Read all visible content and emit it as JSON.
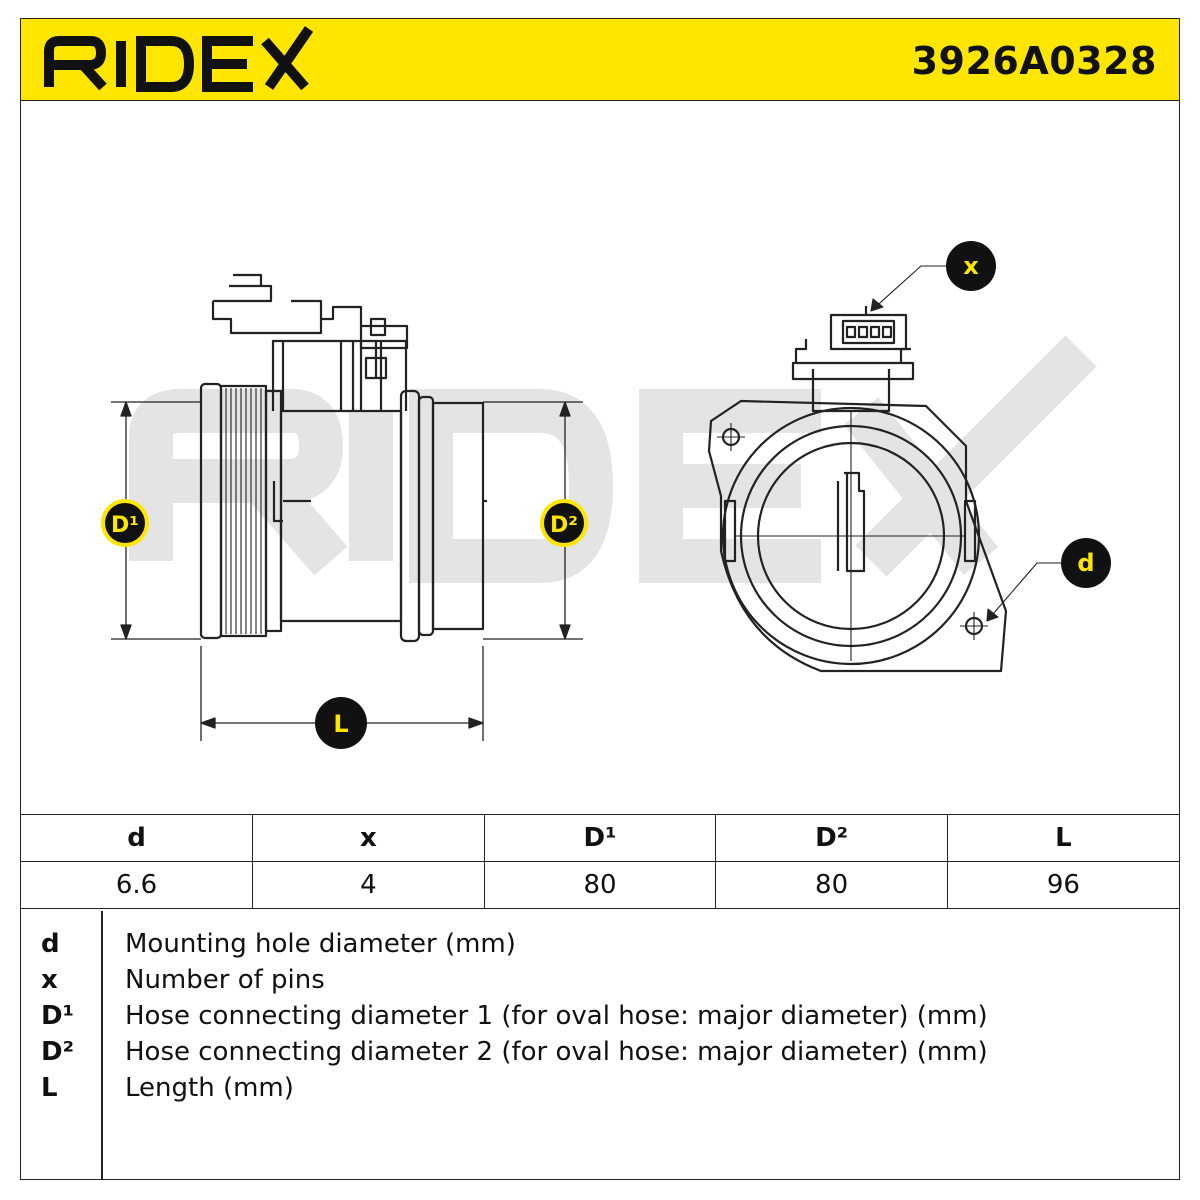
{
  "header": {
    "brand": "RIDEX",
    "part_number": "3926A0328"
  },
  "drawing": {
    "callouts": {
      "d1": "D¹",
      "d2": "D²",
      "length": "L",
      "pins": "x",
      "hole": "d"
    }
  },
  "table": {
    "headers": [
      "d",
      "x",
      "D¹",
      "D²",
      "L"
    ],
    "values": [
      "6.6",
      "4",
      "80",
      "80",
      "96"
    ]
  },
  "legend": [
    {
      "symbol": "d",
      "description": "Mounting hole diameter (mm)"
    },
    {
      "symbol": "x",
      "description": "Number of pins"
    },
    {
      "symbol": "D¹",
      "description": "Hose connecting diameter 1 (for oval hose: major diameter) (mm)"
    },
    {
      "symbol": "D²",
      "description": "Hose connecting diameter 2 (for oval hose: major diameter) (mm)"
    },
    {
      "symbol": "L",
      "description": "Length (mm)"
    }
  ],
  "colors": {
    "brand_yellow": "#ffe600",
    "line": "#222222",
    "callout_bg": "#111111",
    "callout_text": "#ffe600",
    "watermark": "#e4e4e4"
  }
}
